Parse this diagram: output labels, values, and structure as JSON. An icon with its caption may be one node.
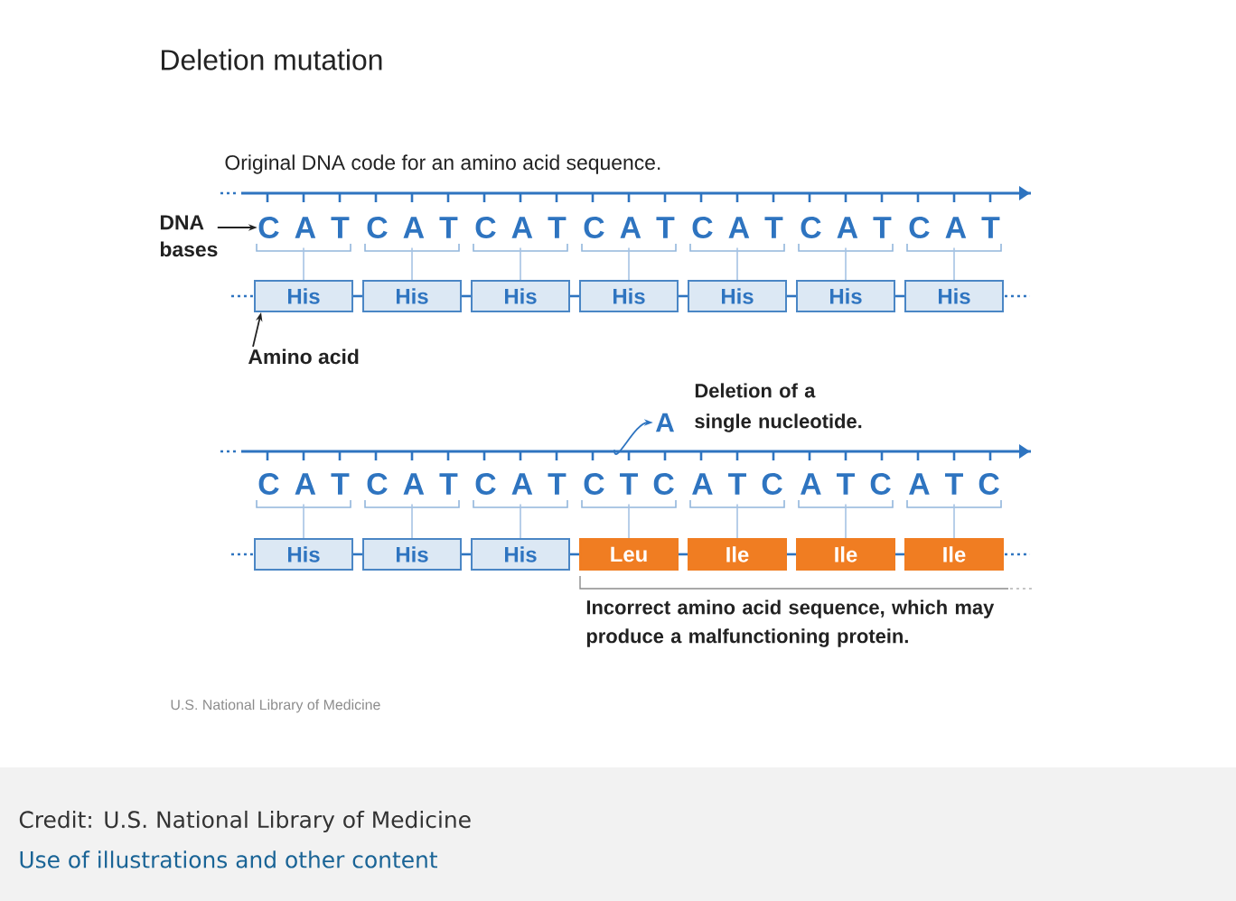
{
  "diagram": {
    "title": "Deletion mutation",
    "nodes": [
      {
        "text": [
          "DNA bases"
        ]
      },
      {
        "text": [
          "C A T"
        ]
      },
      {
        "text": [
          "C A T"
        ]
      },
      {
        "text": [
          "C A T"
        ]
      },
      {
        "text": [
          "C A T"
        ]
      },
      {
        "text": [
          "C A T"
        ]
      },
      {
        "text": [
          "C A T"
        ]
      },
      {
        "text": [
          "C A T"
        ]
      },
      {
        "text": [
          "His"
        ]
      },
      {
        "text": [
          "His"
        ]
      },
      {
        "text": [
          "His"
        ]
      },
      {
        "text": [
          "His"
        ]
      },
      {
        "text": [
          "His"
        ]
      },
      {
        "text": [
          "His"
        ]
      },
      {
        "text": [
          "His"
        ]
      },
      {
        "text": [
          "Amino acid"
        ]
      },
      {
        "text": [
          "A"
        ]
      },
      {
        "text": [
          "C A T"
        ]
      },
      {
        "text": [
          "C A T"
        ]
      },
      {
        "text": [
          "C A T"
        ]
      },
      {
        "text": [
          "C T C"
        ]
      },
      {
        "text": [
          "A T C"
        ]
      },
      {
        "text": [
          "A T C"
        ]
      },
      {
        "text": [
          "A T C"
        ]
      },
      {
        "text": [
          "His"
        ]
      },
      {
        "text": [
          "His"
        ]
      },
      {
        "text": [
          "His"
        ]
      },
      {
        "text": [
          "Leu"
        ]
      },
      {
        "text": [
          "Ile"
        ]
      },
      {
        "text": [
          "Ile"
        ]
      },
      {
        "text": [
          "Ile"
        ]
      },
      {
        "text": [],
        "shape": "bar"
      },
      {
        "text": [],
        "shape": "bar"
      }
    ],
    "edges": [
      {
        "from": 0,
        "to": 1,
        "arrow": "to",
        "color": "#222222"
      },
      {
        "from": 1,
        "to": 8,
        "arrow": "none",
        "color": "#a6c3e4"
      },
      {
        "from": 2,
        "to": 9,
        "arrow": "none",
        "color": "#a6c3e4"
      },
      {
        "from": 3,
        "to": 10,
        "arrow": "none",
        "color": "#a6c3e4"
      },
      {
        "from": 4,
        "to": 11,
        "arrow": "none",
        "color": "#a6c3e4"
      },
      {
        "from": 5,
        "to": 12,
        "arrow": "none",
        "color": "#a6c3e4"
      },
      {
        "from": 6,
        "to": 13,
        "arrow": "none",
        "color": "#a6c3e4"
      },
      {
        "from": 7,
        "to": 14,
        "arrow": "none",
        "color": "#a6c3e4"
      },
      {
        "from": 8,
        "to": 9,
        "arrow": "none",
        "color": "#2e74c0"
      },
      {
        "from": 9,
        "to": 10,
        "arrow": "none",
        "color": "#2e74c0"
      },
      {
        "from": 10,
        "to": 11,
        "arrow": "none",
        "color": "#2e74c0"
      },
      {
        "from": 11,
        "to": 12,
        "arrow": "none",
        "color": "#2e74c0"
      },
      {
        "from": 12,
        "to": 13,
        "arrow": "none",
        "color": "#2e74c0"
      },
      {
        "from": 13,
        "to": 14,
        "arrow": "none",
        "color": "#2e74c0"
      },
      {
        "from": 15,
        "to": 8,
        "arrow": "to",
        "color": "#222222"
      },
      {
        "from": 32,
        "to": 16,
        "arrow": "to",
        "color": "#2e74c0"
      },
      {
        "from": 17,
        "to": 24,
        "arrow": "none",
        "color": "#a6c3e4"
      },
      {
        "from": 18,
        "to": 25,
        "arrow": "none",
        "color": "#a6c3e4"
      },
      {
        "from": 19,
        "to": 26,
        "arrow": "none",
        "color": "#a6c3e4"
      },
      {
        "from": 20,
        "to": 27,
        "arrow": "none",
        "color": "#a6c3e4"
      },
      {
        "from": 21,
        "to": 28,
        "arrow": "none",
        "color": "#a6c3e4"
      },
      {
        "from": 22,
        "to": 29,
        "arrow": "none",
        "color": "#a6c3e4"
      },
      {
        "from": 23,
        "to": 30,
        "arrow": "none",
        "color": "#a6c3e4"
      },
      {
        "from": 24,
        "to": 25,
        "arrow": "none",
        "color": "#2e74c0"
      },
      {
        "from": 25,
        "to": 26,
        "arrow": "none",
        "color": "#2e74c0"
      },
      {
        "from": 26,
        "to": 27,
        "arrow": "none",
        "color": "#2e74c0"
      },
      {
        "from": 27,
        "to": 28,
        "arrow": "none",
        "color": "#2e74c0"
      },
      {
        "from": 28,
        "to": 29,
        "arrow": "none",
        "color": "#2e74c0"
      },
      {
        "from": 29,
        "to": 30,
        "arrow": "none",
        "color": "#2e74c0"
      }
    ],
    "labels": [
      "Original DNA code for an amino acid sequence.",
      "Deletion of a single nucleotide.",
      "Incorrect amino acid sequence, which may produce a malfunctioning protein.",
      "U.S. National Library of Medicine",
      "Credit: U.S. National Library of Medicine",
      "Use of illustrations and other content"
    ]
  }
}
